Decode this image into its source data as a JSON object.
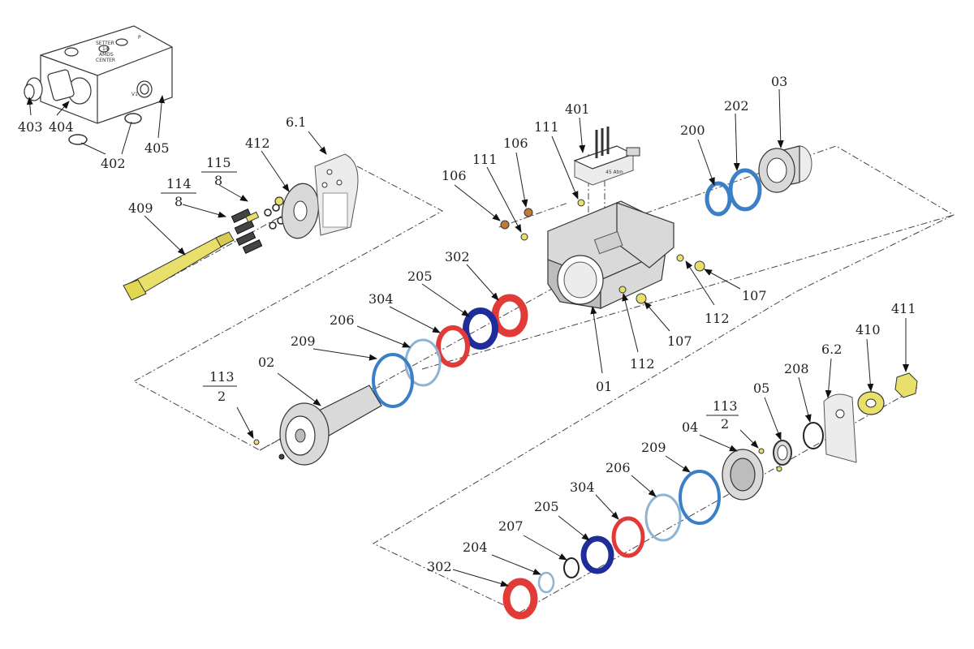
{
  "colors": {
    "red_seal": "#e23a36",
    "dark_blue_seal": "#1f2d9a",
    "blue_ring": "#3b7fc7",
    "light_blue_ring": "#8fb3d3",
    "yellow_part": "#e8e06a",
    "grey_body": "#d9d9d9"
  },
  "block_text": {
    "line1": "SETTER",
    "line2": "14",
    "line3": "AMDS",
    "line4": "CENTER",
    "port_p": "P",
    "port_v1": "V1"
  },
  "valve_text": "45 Atm",
  "labels": [
    {
      "id": "403",
      "text": "403"
    },
    {
      "id": "404",
      "text": "404"
    },
    {
      "id": "405",
      "text": "405"
    },
    {
      "id": "402",
      "text": "402"
    },
    {
      "id": "61",
      "text": "6.1"
    },
    {
      "id": "412",
      "text": "412"
    },
    {
      "id": "115",
      "text": "115",
      "sub": "8"
    },
    {
      "id": "114",
      "text": "114",
      "sub": "8"
    },
    {
      "id": "409",
      "text": "409"
    },
    {
      "id": "401",
      "text": "401"
    },
    {
      "id": "111a",
      "text": "111"
    },
    {
      "id": "106a",
      "text": "106"
    },
    {
      "id": "111b",
      "text": "111"
    },
    {
      "id": "106b",
      "text": "106"
    },
    {
      "id": "200",
      "text": "200"
    },
    {
      "id": "202",
      "text": "202"
    },
    {
      "id": "03",
      "text": "03"
    },
    {
      "id": "302a",
      "text": "302"
    },
    {
      "id": "205a",
      "text": "205"
    },
    {
      "id": "304a",
      "text": "304"
    },
    {
      "id": "206a",
      "text": "206"
    },
    {
      "id": "209a",
      "text": "209"
    },
    {
      "id": "02",
      "text": "02"
    },
    {
      "id": "113a",
      "text": "113",
      "sub": "2"
    },
    {
      "id": "01",
      "text": "01"
    },
    {
      "id": "112a",
      "text": "112"
    },
    {
      "id": "107a",
      "text": "107"
    },
    {
      "id": "112b",
      "text": "112"
    },
    {
      "id": "107b",
      "text": "107"
    },
    {
      "id": "411",
      "text": "411"
    },
    {
      "id": "410",
      "text": "410"
    },
    {
      "id": "62",
      "text": "6.2"
    },
    {
      "id": "208",
      "text": "208"
    },
    {
      "id": "05",
      "text": "05"
    },
    {
      "id": "113b",
      "text": "113",
      "sub": "2"
    },
    {
      "id": "04",
      "text": "04"
    },
    {
      "id": "209b",
      "text": "209"
    },
    {
      "id": "206b",
      "text": "206"
    },
    {
      "id": "304b",
      "text": "304"
    },
    {
      "id": "205b",
      "text": "205"
    },
    {
      "id": "207",
      "text": "207"
    },
    {
      "id": "204",
      "text": "204"
    },
    {
      "id": "302b",
      "text": "302"
    }
  ]
}
